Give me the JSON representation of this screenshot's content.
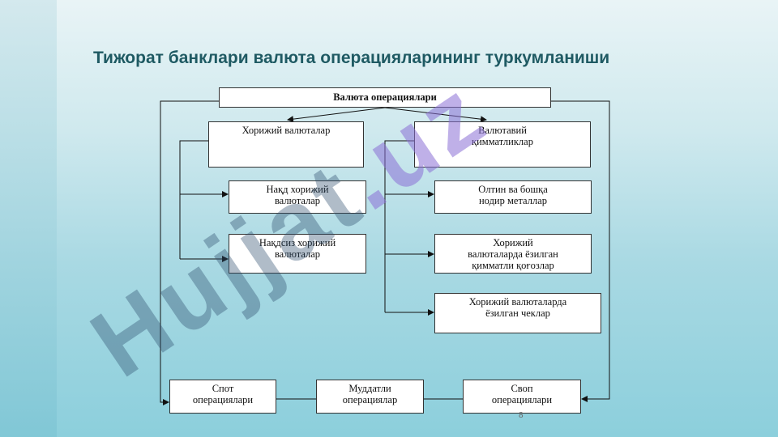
{
  "title": "Тижорат банклари валюта операцияларининг туркумланиши",
  "page_number": "8",
  "watermark": "Hujjat.uz",
  "diagram": {
    "root": "Валюта операциялари",
    "left_group": "Хорижий валюталар",
    "right_group": "Валютавий\nқимматликлар",
    "left_items": [
      "Нақд хорижий\nвалюталар",
      "Нақдсиз хорижий\nвалюталар"
    ],
    "right_items": [
      "Олтин ва бошқа\nнодир металлар",
      "Хорижий\nвалюталарда ёзилган\nқимматли қоғозлар",
      "Хорижий валюталарда\nёзилган чеклар"
    ],
    "bottom_items": [
      "Спот\nоперациялари",
      "Муддатли\nоперациялар",
      "Своп\nоперациялари"
    ]
  }
}
